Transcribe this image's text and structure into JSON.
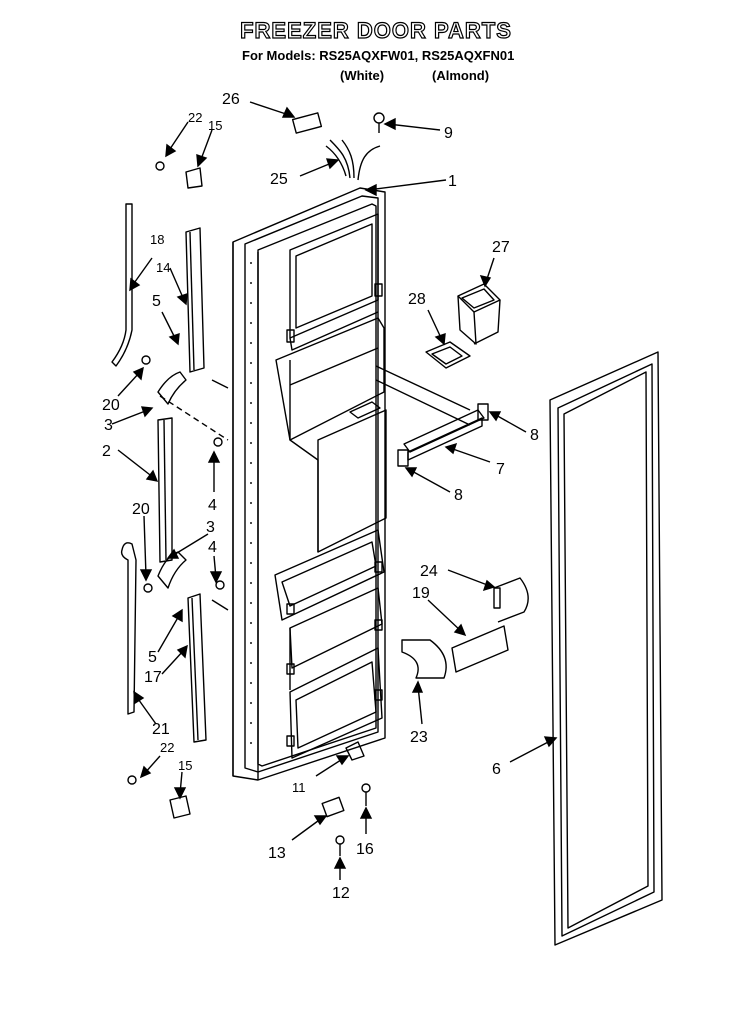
{
  "header": {
    "title": "FREEZER DOOR PARTS",
    "models_line": "For Models: RS25AQXFW01, RS25AQXFN01",
    "color_white": "(White)",
    "color_almond": "(Almond)"
  },
  "callouts": [
    "1",
    "2",
    "3",
    "3",
    "4",
    "4",
    "5",
    "5",
    "6",
    "7",
    "8",
    "8",
    "9",
    "11",
    "12",
    "13",
    "14",
    "15",
    "15",
    "16",
    "17",
    "18",
    "19",
    "20",
    "20",
    "21",
    "22",
    "22",
    "23",
    "24",
    "25",
    "26",
    "27",
    "28"
  ]
}
